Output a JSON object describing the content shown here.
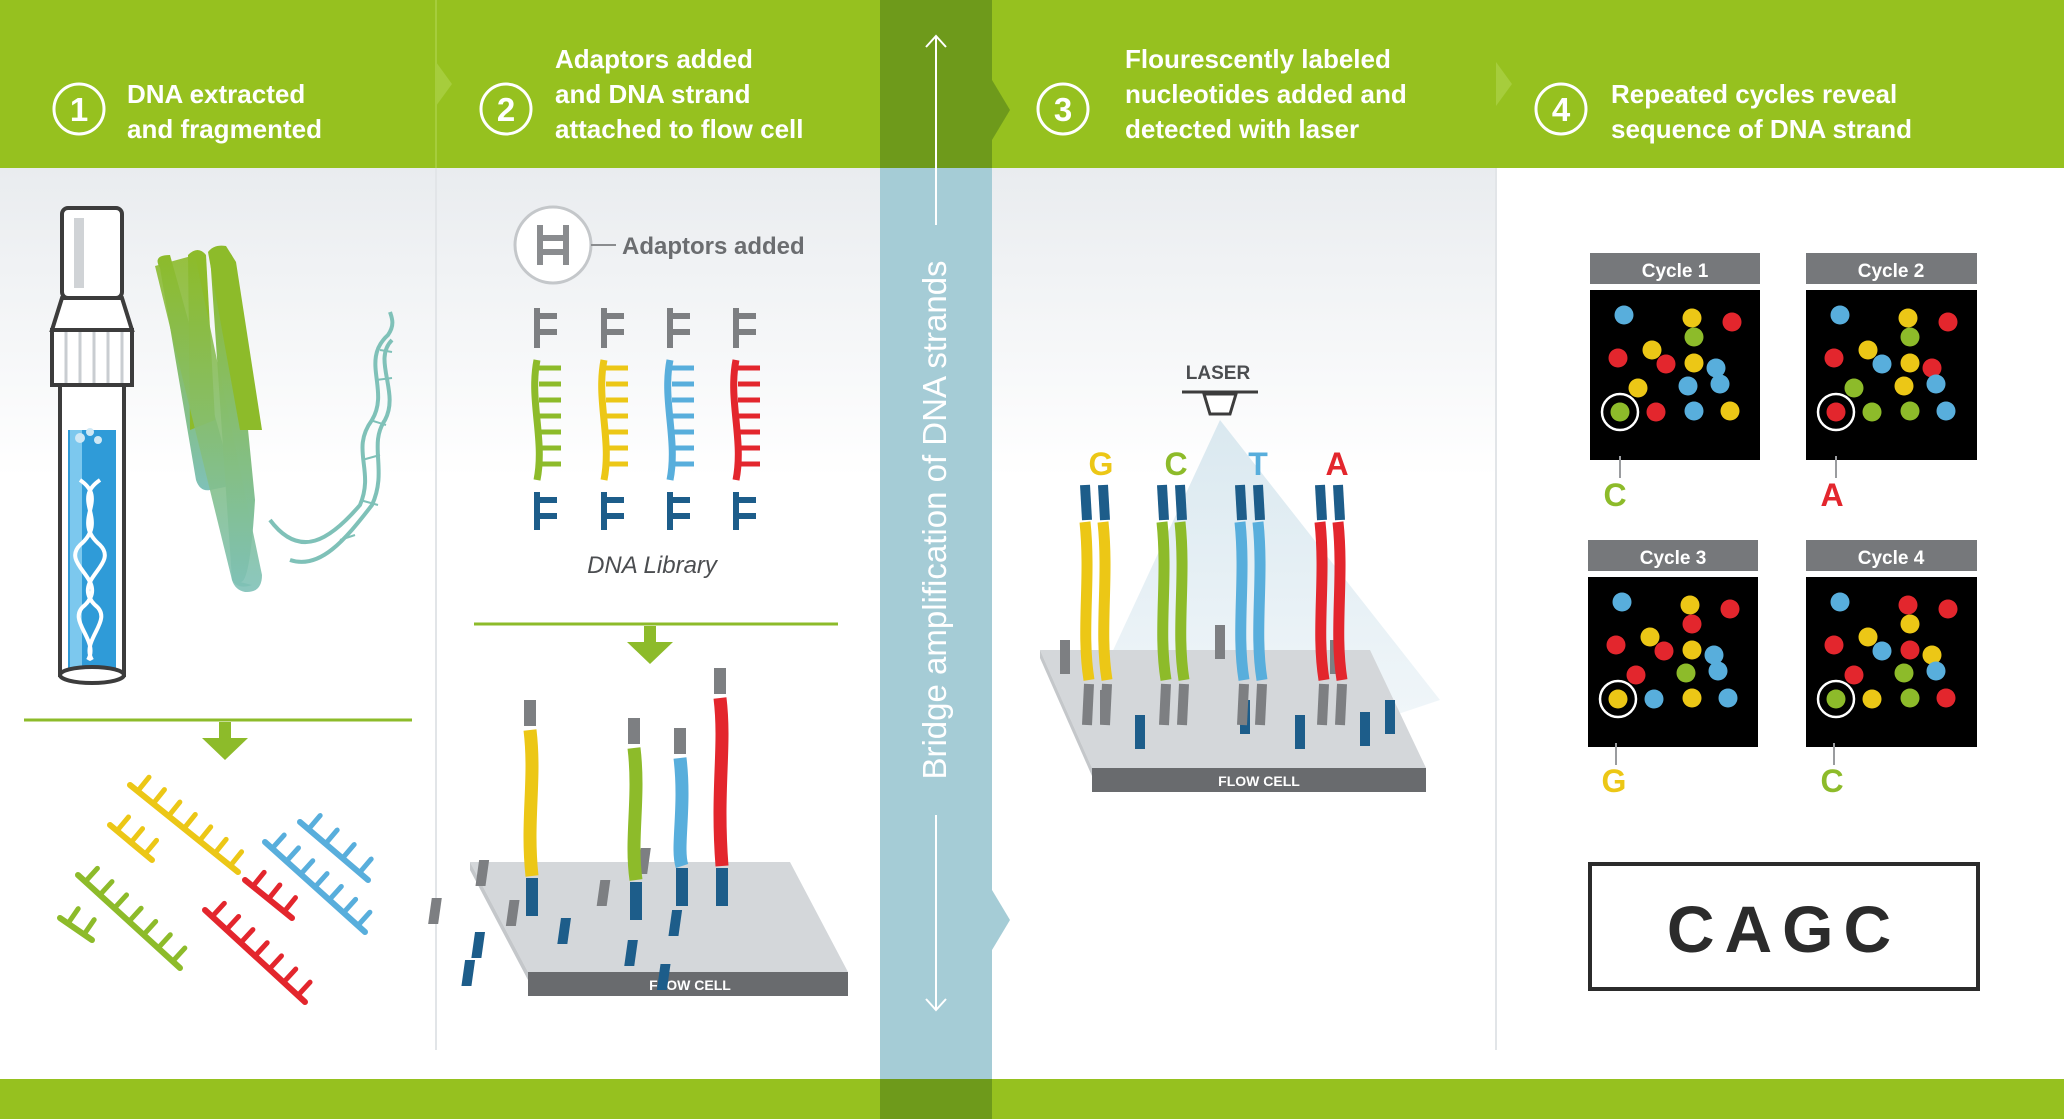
{
  "colors": {
    "header_green": "#96c11f",
    "header_dark_green": "#6e9a1b",
    "bridge_blue": "#a5ccd6",
    "strand_yellow": "#ecc716",
    "strand_green": "#8dbb2a",
    "strand_blue": "#58aedc",
    "strand_red": "#e3262d",
    "adaptor_gray": "#7d7f82",
    "adaptor_navy": "#1d5d8a"
  },
  "steps": [
    {
      "number": "1",
      "lines": [
        "DNA extracted",
        "and fragmented"
      ]
    },
    {
      "number": "2",
      "lines": [
        "Adaptors added",
        "and DNA strand",
        "attached to flow cell"
      ]
    },
    {
      "number": "3",
      "lines": [
        "Flourescently labeled",
        "nucleotides added and",
        "detected with laser"
      ]
    },
    {
      "number": "4",
      "lines": [
        "Repeated cycles reveal",
        "sequence of DNA strand"
      ]
    }
  ],
  "bridge_label": "Bridge amplification of DNA strands",
  "panel2": {
    "adaptors_label": "Adaptors added",
    "library_label": "DNA Library",
    "flow_cell_label": "FLOW CELL"
  },
  "panel3": {
    "laser_label": "LASER",
    "flow_cell_label": "FLOW CELL",
    "bases": [
      {
        "letter": "G",
        "color": "#ecc716"
      },
      {
        "letter": "C",
        "color": "#8dbb2a"
      },
      {
        "letter": "T",
        "color": "#58aedc"
      },
      {
        "letter": "A",
        "color": "#e3262d"
      }
    ]
  },
  "panel4": {
    "cycles": [
      {
        "title": "Cycle 1",
        "result": "C",
        "result_color": "#8dbb2a"
      },
      {
        "title": "Cycle 2",
        "result": "A",
        "result_color": "#e3262d"
      },
      {
        "title": "Cycle 3",
        "result": "G",
        "result_color": "#ecc716"
      },
      {
        "title": "Cycle 4",
        "result": "C",
        "result_color": "#8dbb2a"
      }
    ],
    "sequence": "CAGC"
  }
}
